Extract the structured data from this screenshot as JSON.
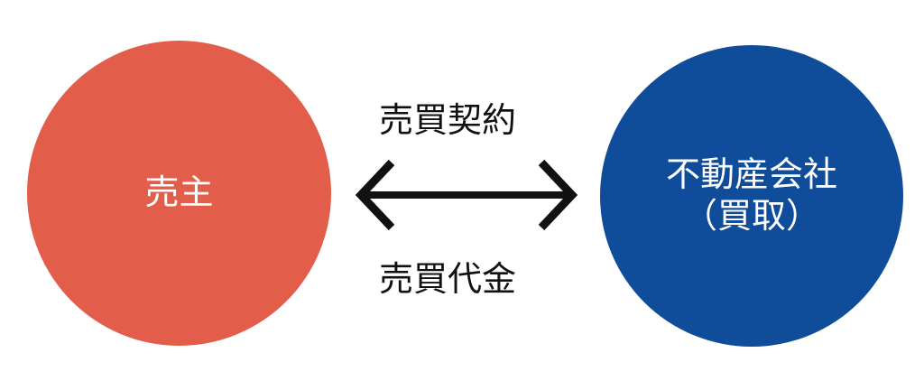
{
  "diagram": {
    "type": "transaction-flow",
    "seller": {
      "label": "売主",
      "color": "#e35d4b"
    },
    "buyer": {
      "label_line1": "不動産会社",
      "label_line2": "（買取）",
      "color": "#0f4c99"
    },
    "arrow": {
      "direction": "bidirectional",
      "color": "#111111"
    },
    "top_label": "売買契約",
    "bottom_label": "売買代金"
  }
}
